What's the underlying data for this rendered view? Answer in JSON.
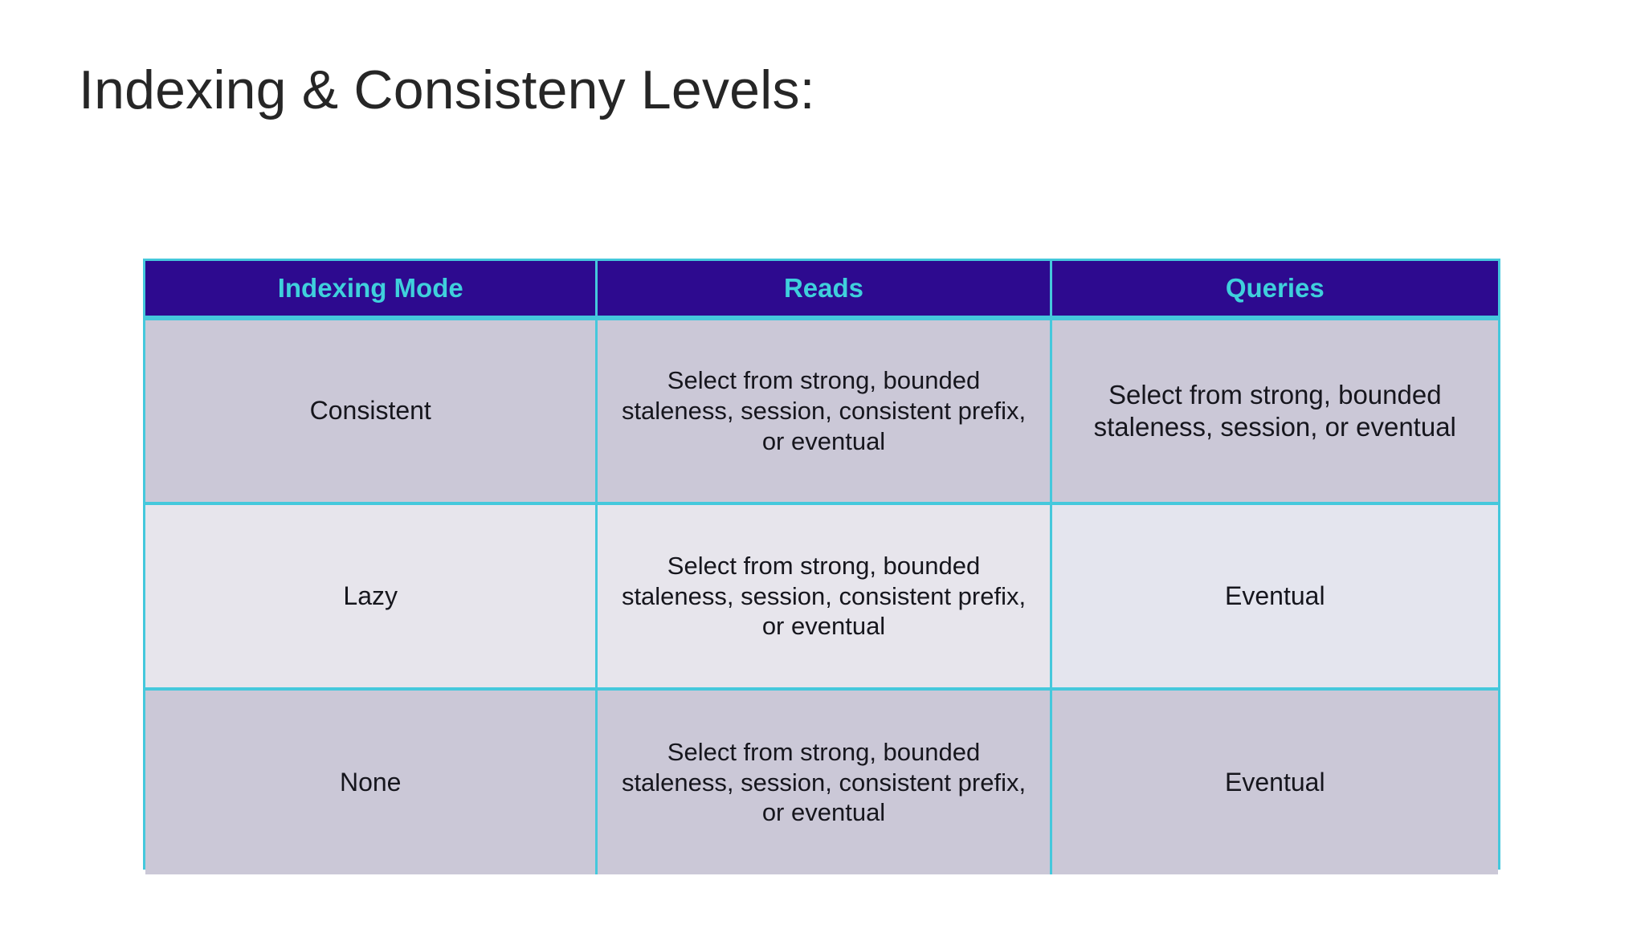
{
  "slide": {
    "title": "Indexing & Consisteny Levels:",
    "background_color": "#FFFFFF",
    "title_color": "#262626"
  },
  "table": {
    "border_color": "#45C8DC",
    "header": {
      "background_color": "#2D0A8F",
      "text_color": "#3FD0DC",
      "columns": [
        {
          "label": "Indexing Mode"
        },
        {
          "label": "Reads"
        },
        {
          "label": "Queries"
        }
      ]
    },
    "row_band_dark": "#CBC8D7",
    "row_band_light": "#E7E5EC",
    "rows": [
      {
        "indexing_mode": "Consistent",
        "reads": "Select from strong, bounded staleness, session, consistent prefix, or eventual",
        "queries": "Select from strong, bounded staleness, session, or eventual"
      },
      {
        "indexing_mode": "Lazy",
        "reads": "Select from strong, bounded staleness, session, consistent prefix, or eventual",
        "queries": "Eventual"
      },
      {
        "indexing_mode": "None",
        "reads": "Select from strong, bounded staleness, session, consistent prefix, or eventual",
        "queries": "Eventual"
      }
    ]
  }
}
